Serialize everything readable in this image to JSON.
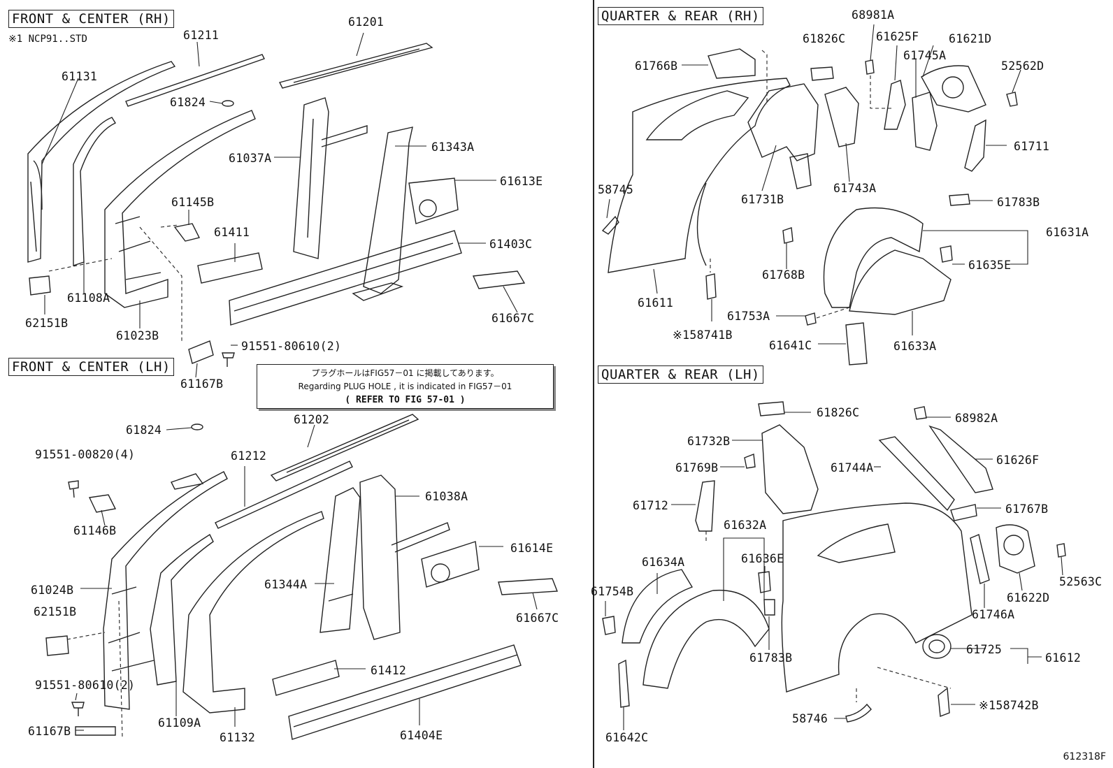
{
  "sections": {
    "front_rh": "FRONT & CENTER (RH)",
    "front_lh": "FRONT & CENTER (LH)",
    "quarter_rh": "QUARTER & REAR (RH)",
    "quarter_lh": "QUARTER & REAR (LH)"
  },
  "note_rh": "※1 NCP91..STD",
  "callout": {
    "line1": "プラグホールはFIG57－01 に掲載してあります。",
    "line2": "Regarding PLUG HOLE , it is indicated in FIG57－01",
    "line3": "( REFER TO FIG 57-01 )"
  },
  "figure_number": "612318F",
  "labels": {
    "fr_61131": "61131",
    "fr_61211": "61211",
    "fr_61201": "61201",
    "fr_61824": "61824",
    "fr_61037A": "61037A",
    "fr_61343A": "61343A",
    "fr_61613E": "61613E",
    "fr_61145B": "61145B",
    "fr_61411": "61411",
    "fr_61403C": "61403C",
    "fr_61108A": "61108A",
    "fr_62151B": "62151B",
    "fr_61023B": "61023B",
    "fr_61667C": "61667C",
    "fr_91551_80610": "91551-80610(2)",
    "fr_61167B": "61167B",
    "fl_61824": "61824",
    "fl_61202": "61202",
    "fl_91551_00820": "91551-00820(4)",
    "fl_61212": "61212",
    "fl_61038A": "61038A",
    "fl_61146B": "61146B",
    "fl_61614E": "61614E",
    "fl_61344A": "61344A",
    "fl_61024B": "61024B",
    "fl_62151B": "62151B",
    "fl_61667C": "61667C",
    "fl_61412": "61412",
    "fl_91551_80610": "91551-80610(2)",
    "fl_61167B": "61167B",
    "fl_61109A": "61109A",
    "fl_61132": "61132",
    "fl_61404E": "61404E",
    "qr_61766B": "61766B",
    "qr_61826C": "61826C",
    "qr_68981A": "68981A",
    "qr_61625F": "61625F",
    "qr_61621D": "61621D",
    "qr_61745A": "61745A",
    "qr_52562D": "52562D",
    "qr_61711": "61711",
    "qr_58745": "58745",
    "qr_61731B": "61731B",
    "qr_61743A": "61743A",
    "qr_61783B": "61783B",
    "qr_61631A": "61631A",
    "qr_61635E": "61635E",
    "qr_61768B": "61768B",
    "qr_61611": "61611",
    "qr_61753A": "61753A",
    "qr_58741B": "※158741B",
    "qr_61641C": "61641C",
    "qr_61633A": "61633A",
    "ql_61826C": "61826C",
    "ql_68982A": "68982A",
    "ql_61732B": "61732B",
    "ql_61626F": "61626F",
    "ql_61769B": "61769B",
    "ql_61744A": "61744A",
    "ql_61767B": "61767B",
    "ql_61712": "61712",
    "ql_61632A": "61632A",
    "ql_61636E": "61636E",
    "ql_61634A": "61634A",
    "ql_61754B": "61754B",
    "ql_61746A": "61746A",
    "ql_61622D": "61622D",
    "ql_52563C": "52563C",
    "ql_61783B": "61783B",
    "ql_61725": "61725",
    "ql_61612": "61612",
    "ql_58746": "58746",
    "ql_58742B": "※158742B",
    "ql_61642C": "61642C"
  }
}
